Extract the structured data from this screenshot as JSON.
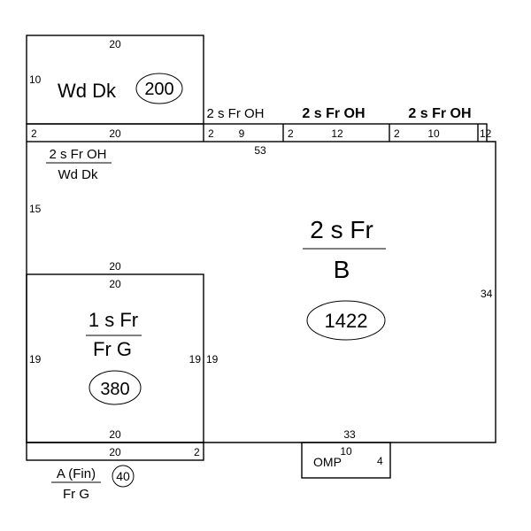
{
  "deck": {
    "label": "Wd Dk",
    "area": "200",
    "dim_top": "20",
    "dim_left": "10"
  },
  "overhang_strip": {
    "dim_left_seg_start": "2",
    "dim_left_seg_len": "20",
    "seg1": {
      "label": "2 s Fr OH",
      "start": "2",
      "len": "9"
    },
    "seg2": {
      "label": "2 s Fr OH",
      "start": "2",
      "len": "12"
    },
    "seg3": {
      "label": "2 s Fr OH",
      "start": "2",
      "len": "10"
    },
    "end_dim": "12"
  },
  "upper_left_label": {
    "top": "2 s Fr OH",
    "bottom": "Wd Dk"
  },
  "main": {
    "label_top": "2 s Fr",
    "label_bottom": "B",
    "area": "1422",
    "dim_top": "53",
    "dim_left": "15",
    "dim_right": "34",
    "dim_bottom": "33"
  },
  "garage": {
    "label_top": "1 s Fr",
    "label_bottom": "Fr G",
    "area": "380",
    "dim_top_outer": "20",
    "dim_top_inner": "20",
    "dim_left": "19",
    "dim_right_inner": "19",
    "dim_right_outer": "19",
    "dim_bottom": "20"
  },
  "attic_strip": {
    "dim_len": "20",
    "dim_end": "2",
    "label_top": "A (Fin)",
    "label_bottom": "Fr G",
    "area": "40"
  },
  "porch": {
    "label": "OMP",
    "dim_top": "10",
    "dim_right": "4"
  }
}
